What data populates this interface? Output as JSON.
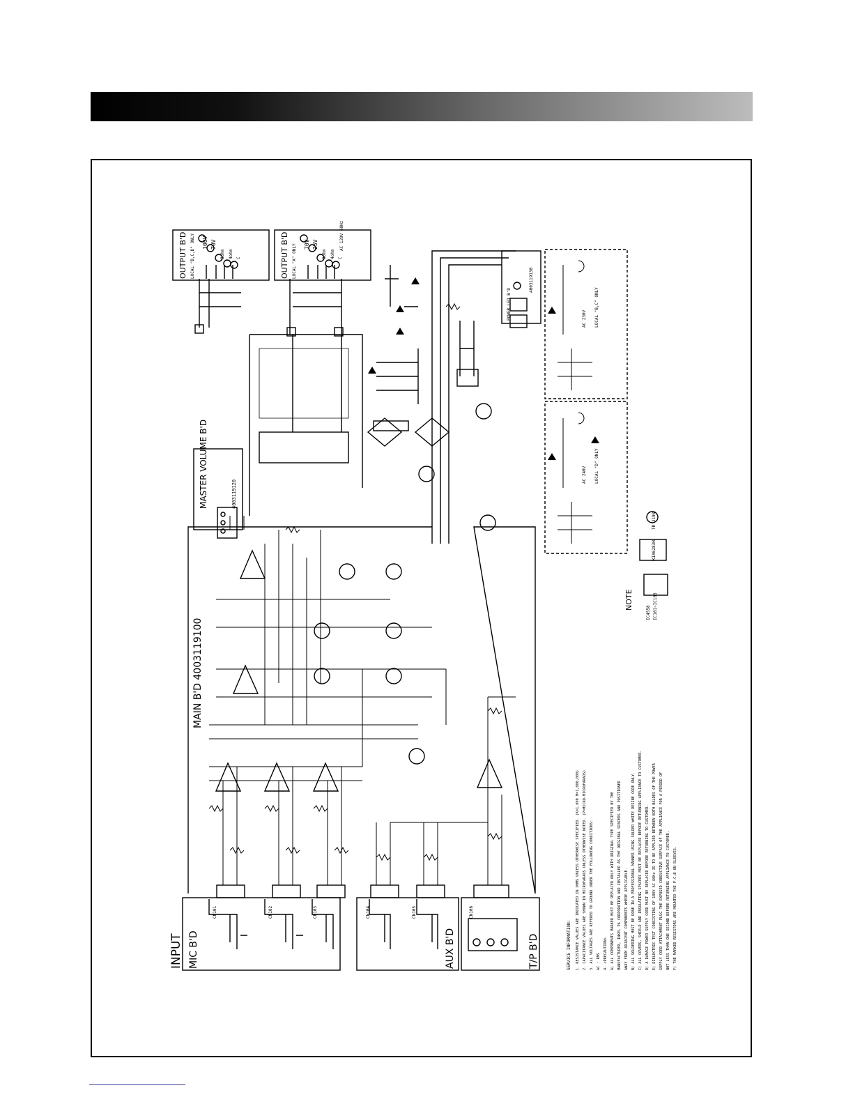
{
  "labels": {
    "input": "INPUT",
    "mic_bd": "MIC B'D",
    "aux_bd": "AUX B'D",
    "tp_bd": "T/P B'D",
    "main_bd": "MAIN B'D 4003119100",
    "master_volume_bd": "MASTER VOLUME B'D",
    "master_volume_part": "4003119120",
    "output_bd_1": "OUTPUT B'D",
    "output_bd_1_local": "LOCAL \"B,C,D\" ONLY",
    "output_bd_2": "OUTPUT B'D",
    "output_bd_2_local": "LOCAL \"A\" ONLY",
    "power_led_bd": "POWER LED B'D",
    "power_led_part": "4003119130",
    "note": "NOTE",
    "ic_part_1": "IC4558",
    "ic_part_2": "IC101~IC103",
    "ic_part_3": "KIA6283H",
    "tr_part": "TR 3198"
  },
  "connectors": [
    "CN101",
    "CN102",
    "CN103",
    "CN104",
    "CN105",
    "CN106"
  ],
  "taps_1": [
    "100V",
    "70V",
    "8ohm",
    "4ohm",
    "C"
  ],
  "taps_2": [
    "70V",
    "25V",
    "8ohm",
    "4ohm",
    "C"
  ],
  "ac_labels": [
    "AC 120V 60Hz",
    "AC 240V",
    "LOCAL \"D\" ONLY",
    "AC 230V",
    "LOCAL \"B,C\" ONLY"
  ],
  "service_notes": {
    "heading": "SERVICE INFORMATION:",
    "items": [
      "1. RESISTANCE VALUES ARE INDICATED IN OHMS UNLESS OTHERWISE SPECIFIED. (K=1,000  M=1,000,000)",
      "2. CAPACITANCE VALUES ARE SHOWN IN MICROFARADS UNLESS OTHERWISE NOTED. (P=MICRO-MICROFARADS)",
      "3. ALL VOLTAGES ARE REFERED TO GROUND UNDER THE FOLLOWING CONDITIONS:",
      "   AC : RMS",
      "4. <PRECAUTION>",
      "   A) ALL COMPONENTS MARKED MUST BE REPLACED ONLY WITH ORIGINAL TYPE SPECIFIED BY THE",
      "      MANUFACTURER, INKEL PA CORPORATION AND INSTALLED AS THE ORIGINAL SPACERS AND POSITIONED",
      "      AWAY FROM ADJACENT COMPONENTS WHERE APPLICABLE.",
      "   B) ALL SOLDERING MUST BE DONE IN A PROFESSIONAL MANNER USING SOLDER WHITE RESINE CORE ONLY.",
      "   C) ALL COVERS, SHIELD AND INSULATING SPACERS MUST BE REPLACED BEFORE RETURNING APPLIANCE TO CUSTOMER.",
      "   D) A DAMAGE POWER SUPPLY CORD MUST BE REPLACED BEFORE RETURNING TO CUSTOMER.",
      "   E) DIELECTRIC TEST CONSISTING OF 180V AC 60Hz IS TO BE APPLIED BETWEEN BOTH BALDES OF THE POWER",
      "      SUPPLY CORD ATTACHMENT PLUG THE EXPOSED CONDUCTIVE SURFACE OF THE APPLIANCE FOR A PERIOD OF",
      "      NOT LESS THAN ONE SECOND BEFORE RETURNING APPLIANCE TO CUSTOMER.",
      "   F) THE MARKED RESISTORS ARE MOUNTED THE P.C.B ON SLEEVES."
    ]
  }
}
